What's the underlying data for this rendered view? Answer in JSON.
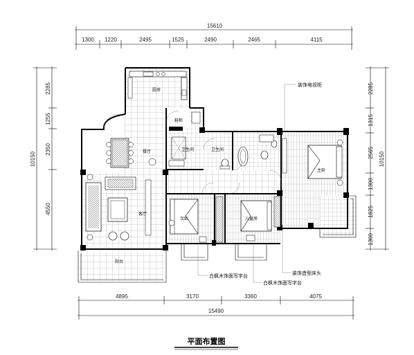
{
  "title": "平面布置图",
  "top_dims": {
    "total": "15610",
    "segments": [
      "1300",
      "1220",
      "2495",
      "1525",
      "2490",
      "2465",
      "4115"
    ]
  },
  "bottom_dims": {
    "total": "15490",
    "segments": [
      "4895",
      "3170",
      "3360",
      "4075"
    ]
  },
  "left_dims": {
    "total": "10150",
    "segments": [
      "2285",
      "1255",
      "2350",
      "4550"
    ]
  },
  "right_dims": {
    "total": "10150",
    "segments": [
      "2285",
      "1315",
      "2565",
      "1300",
      "1825",
      "1300"
    ]
  },
  "rooms": {
    "kitchen": "厨房",
    "dining": "餐厅",
    "living": "客厅",
    "balcony": "阳台",
    "bath1": "卫生间",
    "bath2": "卫生间",
    "master": "主卧",
    "bed2": "次卧",
    "bed3": "儿童房",
    "shoe": "鞋柜"
  },
  "annotations": {
    "tv_wall": "装饰电视柜",
    "desk1": "白枫木饰面写字台",
    "desk2": "白枫木饰面写字台",
    "headboard": "装饰造型床头"
  }
}
